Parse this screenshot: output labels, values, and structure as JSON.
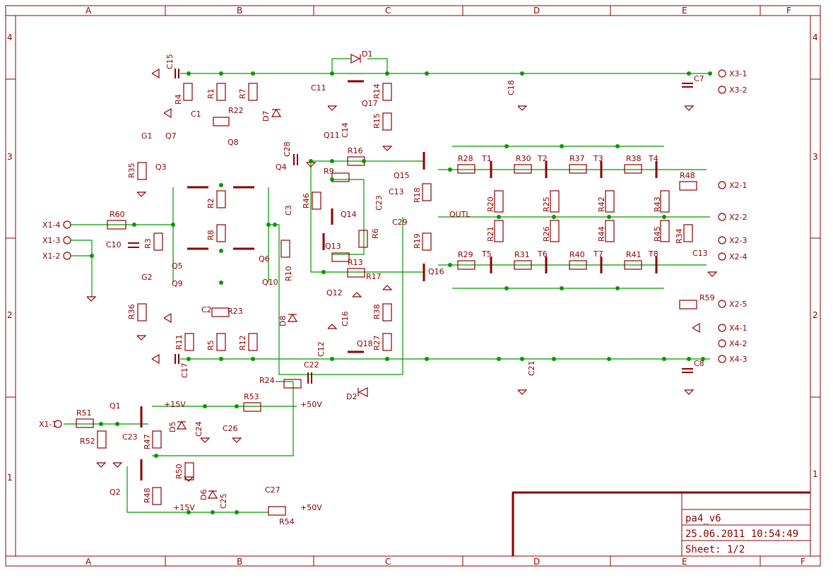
{
  "frame": {
    "columns": [
      "A",
      "B",
      "C",
      "D",
      "E",
      "F"
    ],
    "rows": [
      "4",
      "3",
      "2",
      "1"
    ]
  },
  "title_block": {
    "name": "pa4_v6",
    "datetime": "25.06.2011 10:54:49",
    "sheet": "Sheet: 1/2"
  },
  "colors": {
    "line": "#8b0000",
    "wire": "#009900",
    "junction": "#009900"
  },
  "connectors": [
    "X3-1",
    "X3-2",
    "X2-1",
    "X2-2",
    "X2-3",
    "X2-4",
    "X2-5",
    "X4-1",
    "X4-2",
    "X4-3",
    "X1-4",
    "X1-3",
    "X1-2",
    "X1-1"
  ],
  "net_labels": [
    "+15V",
    "+50V",
    "+15V",
    "+50V",
    "OUTL"
  ],
  "resistors": [
    "R4",
    "R1",
    "R7",
    "R22",
    "R14",
    "R15",
    "R35",
    "R2",
    "R8",
    "R3",
    "R60",
    "R16",
    "R9",
    "R46",
    "R6",
    "R13",
    "R17",
    "R10",
    "R18",
    "R19",
    "R20",
    "R21",
    "R28",
    "R29",
    "R30",
    "R31",
    "R25",
    "R26",
    "R37",
    "R40",
    "R42",
    "R44",
    "R38",
    "R41",
    "R43",
    "R45",
    "R48",
    "R34",
    "R59",
    "R36",
    "R23",
    "R11",
    "R5",
    "R12",
    "R38",
    "R27",
    "R24",
    "R53",
    "R51",
    "R52",
    "R47",
    "R50",
    "R48",
    "R54"
  ],
  "capacitors": [
    "C15",
    "C1",
    "C11",
    "C14",
    "C18",
    "C7",
    "C28",
    "C3",
    "C13",
    "C23",
    "C10",
    "C2",
    "C16",
    "C12",
    "C17",
    "C22",
    "C21",
    "C8",
    "C13",
    "C24",
    "C26",
    "C23",
    "C25",
    "C27",
    "C29"
  ],
  "transistors": [
    "Q7",
    "Q8",
    "G1",
    "Q3",
    "Q4",
    "Q11",
    "Q17",
    "Q15",
    "Q14",
    "Q13",
    "Q16",
    "Q5",
    "Q9",
    "Q6",
    "Q10",
    "Q12",
    "Q18",
    "Q1",
    "Q2",
    "T1",
    "T2",
    "T3",
    "T4",
    "T5",
    "T6",
    "T7",
    "T8",
    "G2"
  ],
  "diodes": [
    "D1",
    "D7",
    "D8",
    "D2",
    "D5",
    "D6"
  ]
}
